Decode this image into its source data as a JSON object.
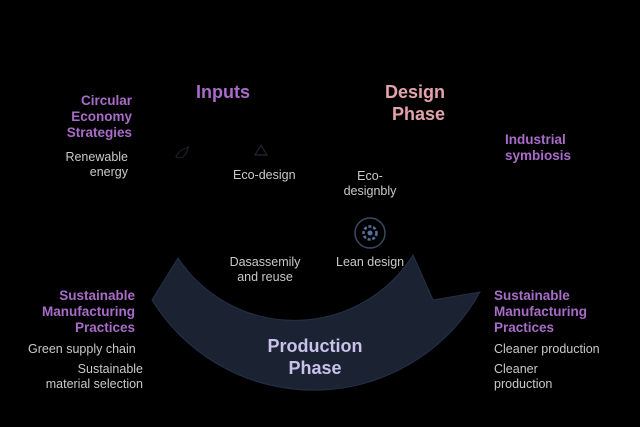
{
  "circular": {
    "title": "Circular\nEconomy\nStrategies",
    "item": "Renewable\nenergy"
  },
  "inputs": {
    "title": "Inputs"
  },
  "design": {
    "title": "Design\nPhase"
  },
  "industrial": {
    "title": "Industrial\nsymbiosis"
  },
  "center": {
    "eco_design": "Eco-design",
    "eco_designbly": "Eco-\ndesignbly",
    "disassembly": "Dasassemily\nand reuse",
    "lean": "Lean design"
  },
  "smp_left": {
    "title": "Sustainable\nManufacturing\nPractices",
    "items": [
      "Green supply chain",
      "Sustainable\nmaterial selection"
    ]
  },
  "smp_right": {
    "title": "Sustainable\nManufacturing\nPractices",
    "items": [
      "Cleaner production",
      "Cleaner\nproduction"
    ]
  },
  "production": {
    "title": "Production\nPhase"
  },
  "icons": [
    "leaf-icon",
    "recycle-icon",
    "gear-icon"
  ],
  "colors": {
    "background": "#000000",
    "purple": "#a86bc8",
    "salmon": "#e3a3ad",
    "production_text": "#c9c1ea",
    "arc_fill": "#1b2333",
    "body_text": "#c9c9c9"
  }
}
